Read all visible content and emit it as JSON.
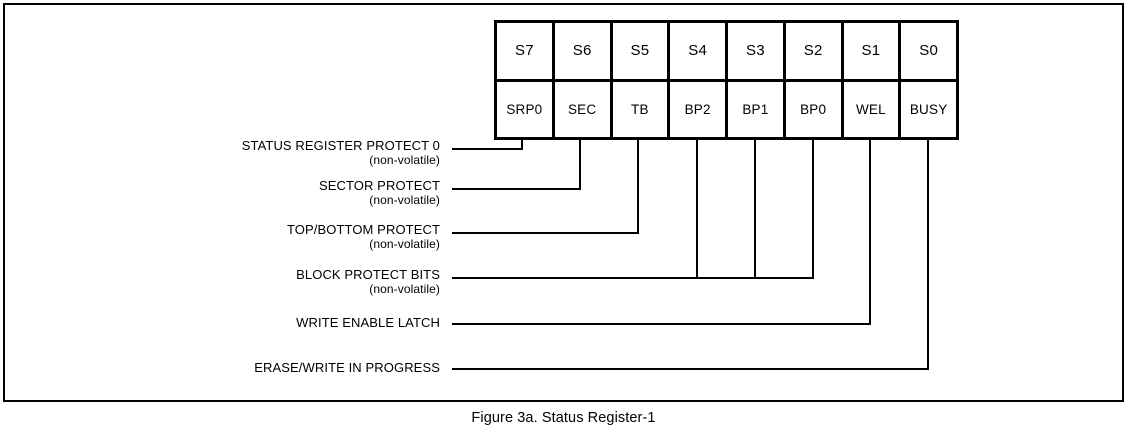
{
  "figure": {
    "caption": "Figure 3a. Status Register-1"
  },
  "register": {
    "bit_names": [
      "S7",
      "S6",
      "S5",
      "S4",
      "S3",
      "S2",
      "S1",
      "S0"
    ],
    "bit_functions": [
      "SRP0",
      "SEC",
      "TB",
      "BP2",
      "BP1",
      "BP0",
      "WEL",
      "BUSY"
    ]
  },
  "labels": [
    {
      "main": "STATUS REGISTER PROTECT 0",
      "sub": "(non-volatile)"
    },
    {
      "main": "SECTOR PROTECT",
      "sub": "(non-volatile)"
    },
    {
      "main": "TOP/BOTTOM PROTECT",
      "sub": "(non-volatile)"
    },
    {
      "main": "BLOCK PROTECT BITS",
      "sub": "(non-volatile)"
    },
    {
      "main": "WRITE ENABLE LATCH",
      "sub": ""
    },
    {
      "main": "ERASE/WRITE IN PROGRESS",
      "sub": ""
    }
  ],
  "chart_data": {
    "type": "table",
    "title": "Figure 3a. Status Register-1",
    "columns": [
      "S7",
      "S6",
      "S5",
      "S4",
      "S3",
      "S2",
      "S1",
      "S0"
    ],
    "rows": [
      [
        "SRP0",
        "SEC",
        "TB",
        "BP2",
        "BP1",
        "BP0",
        "WEL",
        "BUSY"
      ]
    ],
    "annotations": [
      {
        "bit": "S7",
        "function": "SRP0",
        "description": "STATUS REGISTER PROTECT 0",
        "volatility": "(non-volatile)"
      },
      {
        "bit": "S6",
        "function": "SEC",
        "description": "SECTOR PROTECT",
        "volatility": "(non-volatile)"
      },
      {
        "bit": "S5",
        "function": "TB",
        "description": "TOP/BOTTOM PROTECT",
        "volatility": "(non-volatile)"
      },
      {
        "bit": "S4",
        "function": "BP2",
        "description": "BLOCK PROTECT BITS",
        "volatility": "(non-volatile)"
      },
      {
        "bit": "S3",
        "function": "BP1",
        "description": "BLOCK PROTECT BITS",
        "volatility": "(non-volatile)"
      },
      {
        "bit": "S2",
        "function": "BP0",
        "description": "BLOCK PROTECT BITS",
        "volatility": "(non-volatile)"
      },
      {
        "bit": "S1",
        "function": "WEL",
        "description": "WRITE ENABLE LATCH",
        "volatility": ""
      },
      {
        "bit": "S0",
        "function": "BUSY",
        "description": "ERASE/WRITE IN PROGRESS",
        "volatility": ""
      }
    ]
  }
}
